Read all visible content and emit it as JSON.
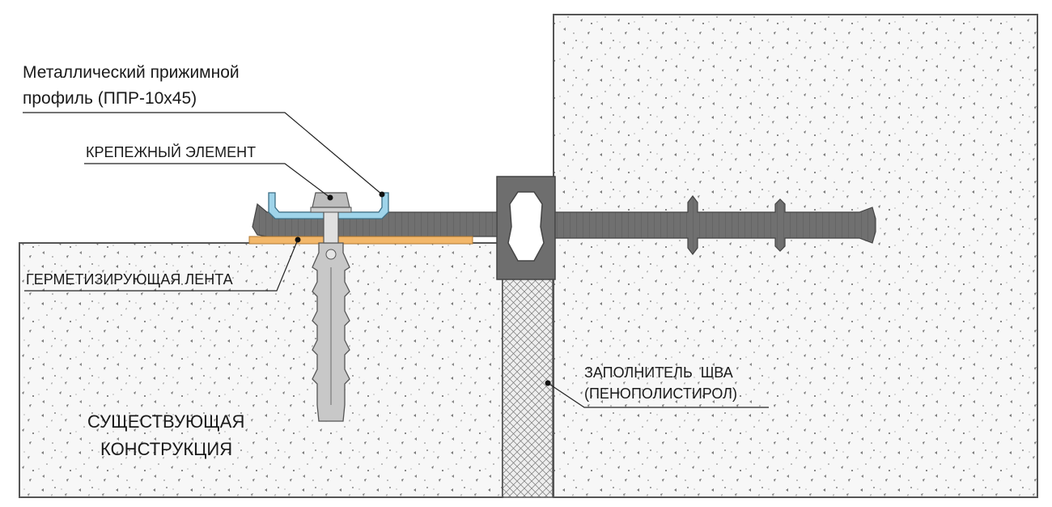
{
  "labels": {
    "profile_line1": "Металлический прижимной",
    "profile_line2": "профиль (ППР-10х45)",
    "fastener": "КРЕПЕЖНЫЙ ЭЛЕМЕНТ",
    "sealing_tape": "ГЕРМЕТИЗИРУЮЩАЯ ЛЕНТА",
    "filler_line1": "ЗАПОЛНИТЕЛЬ  ШВА",
    "filler_line2": "(ПЕНОПОЛИСТИРОЛ)",
    "existing_line1": "СУЩЕСТВУЮЩАЯ",
    "existing_line2": "КОНСТРУКЦИЯ"
  },
  "colors": {
    "concrete": "#f7f7f7",
    "outline": "#555555",
    "waterstop": "#707070",
    "profile": "#9fd4ea",
    "tape": "#f2b76a",
    "anchor": "#c8c8c8",
    "filler": "#eeeeee"
  },
  "icons": {
    "leader_dot": "filled-circle"
  }
}
